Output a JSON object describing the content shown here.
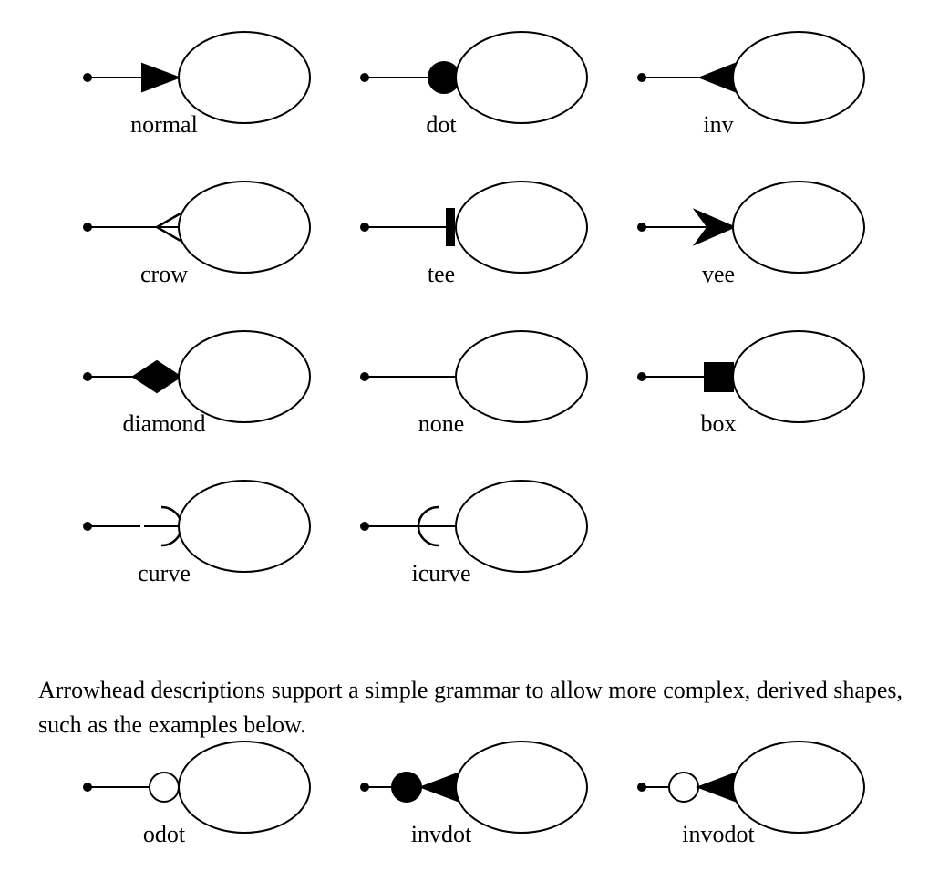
{
  "grid_items": [
    {
      "name": "normal",
      "label": "normal"
    },
    {
      "name": "dot",
      "label": "dot"
    },
    {
      "name": "inv",
      "label": "inv"
    },
    {
      "name": "crow",
      "label": "crow"
    },
    {
      "name": "tee",
      "label": "tee"
    },
    {
      "name": "vee",
      "label": "vee"
    },
    {
      "name": "diamond",
      "label": "diamond"
    },
    {
      "name": "none",
      "label": "none"
    },
    {
      "name": "box",
      "label": "box"
    },
    {
      "name": "curve",
      "label": "curve"
    },
    {
      "name": "icurve",
      "label": "icurve"
    }
  ],
  "description": "Arrowhead descriptions support a simple grammar to allow more complex, derived shapes, such as the examples below.",
  "derived_items": [
    {
      "name": "odot",
      "label": "odot"
    },
    {
      "name": "invdot",
      "label": "invdot"
    },
    {
      "name": "invodot",
      "label": "invodot"
    }
  ]
}
